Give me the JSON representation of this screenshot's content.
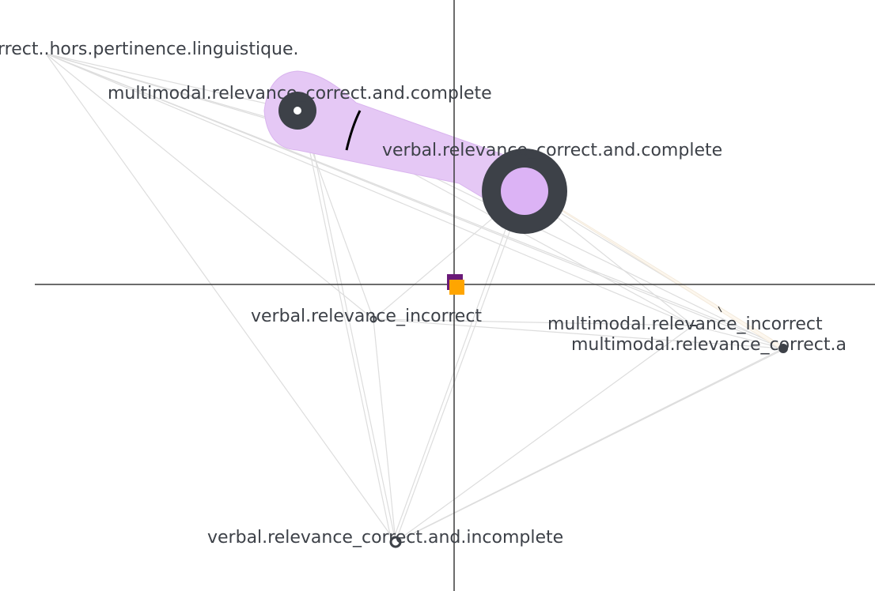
{
  "nodes": [
    {
      "id": "verbal_cc",
      "label": "verbal.relevance_correct.and.complete"
    },
    {
      "id": "multimodal_cc",
      "label": "multimodal.relevance_correct.and.complete"
    },
    {
      "id": "verbal_inc",
      "label": "verbal.relevance_incorrect"
    },
    {
      "id": "multimodal_inc",
      "label": "multimodal.relevance_incorrect"
    },
    {
      "id": "multimodal_ca",
      "label": "multimodal.relevance_correct.a"
    },
    {
      "id": "verbal_ci",
      "label": "verbal.relevance_correct.and.incomplete"
    },
    {
      "id": "hors",
      "label": "rrect..hors.pertinence.linguistique."
    }
  ],
  "colors": {
    "axis": "#3b3b3b",
    "edge": "#dddddd",
    "node": "#3d4148",
    "node_fill": "#dcb3f5",
    "hull": "#e5c8f5",
    "trail": "#fdf7ee",
    "marker_purple": "#6a1a78",
    "marker_orange": "#ffa500"
  }
}
